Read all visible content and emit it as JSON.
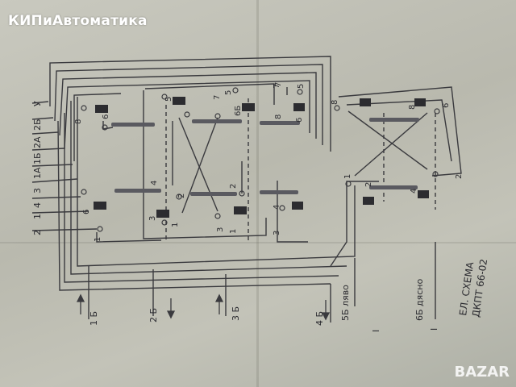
{
  "watermark": "КИПиАвтоматика",
  "corner_logo": "BAZAR",
  "diagram": {
    "left_terminals": [
      "У",
      "2Б",
      "2А",
      "1Б",
      "1А",
      "3",
      "4",
      "1",
      "2"
    ],
    "contact_numbers": [
      "8",
      "6",
      "7",
      "5",
      "3",
      "4",
      "1",
      "2",
      "6Б",
      "7",
      "5",
      "8",
      "6",
      "4",
      "3",
      "2",
      "1",
      "8",
      "6",
      "2",
      "1",
      "4",
      "2",
      "7",
      "5",
      "8",
      "6",
      "3",
      "1"
    ],
    "bottom_labels": [
      "1 Б",
      "2 Б",
      "3 Б",
      "4 Б",
      "5Б ляво",
      "6Б дясно"
    ],
    "stamp_lines": [
      "ЕЛ. СХЕМА",
      "ДКПТ 66-02"
    ],
    "bottom_marks": [
      "I",
      "I"
    ]
  }
}
